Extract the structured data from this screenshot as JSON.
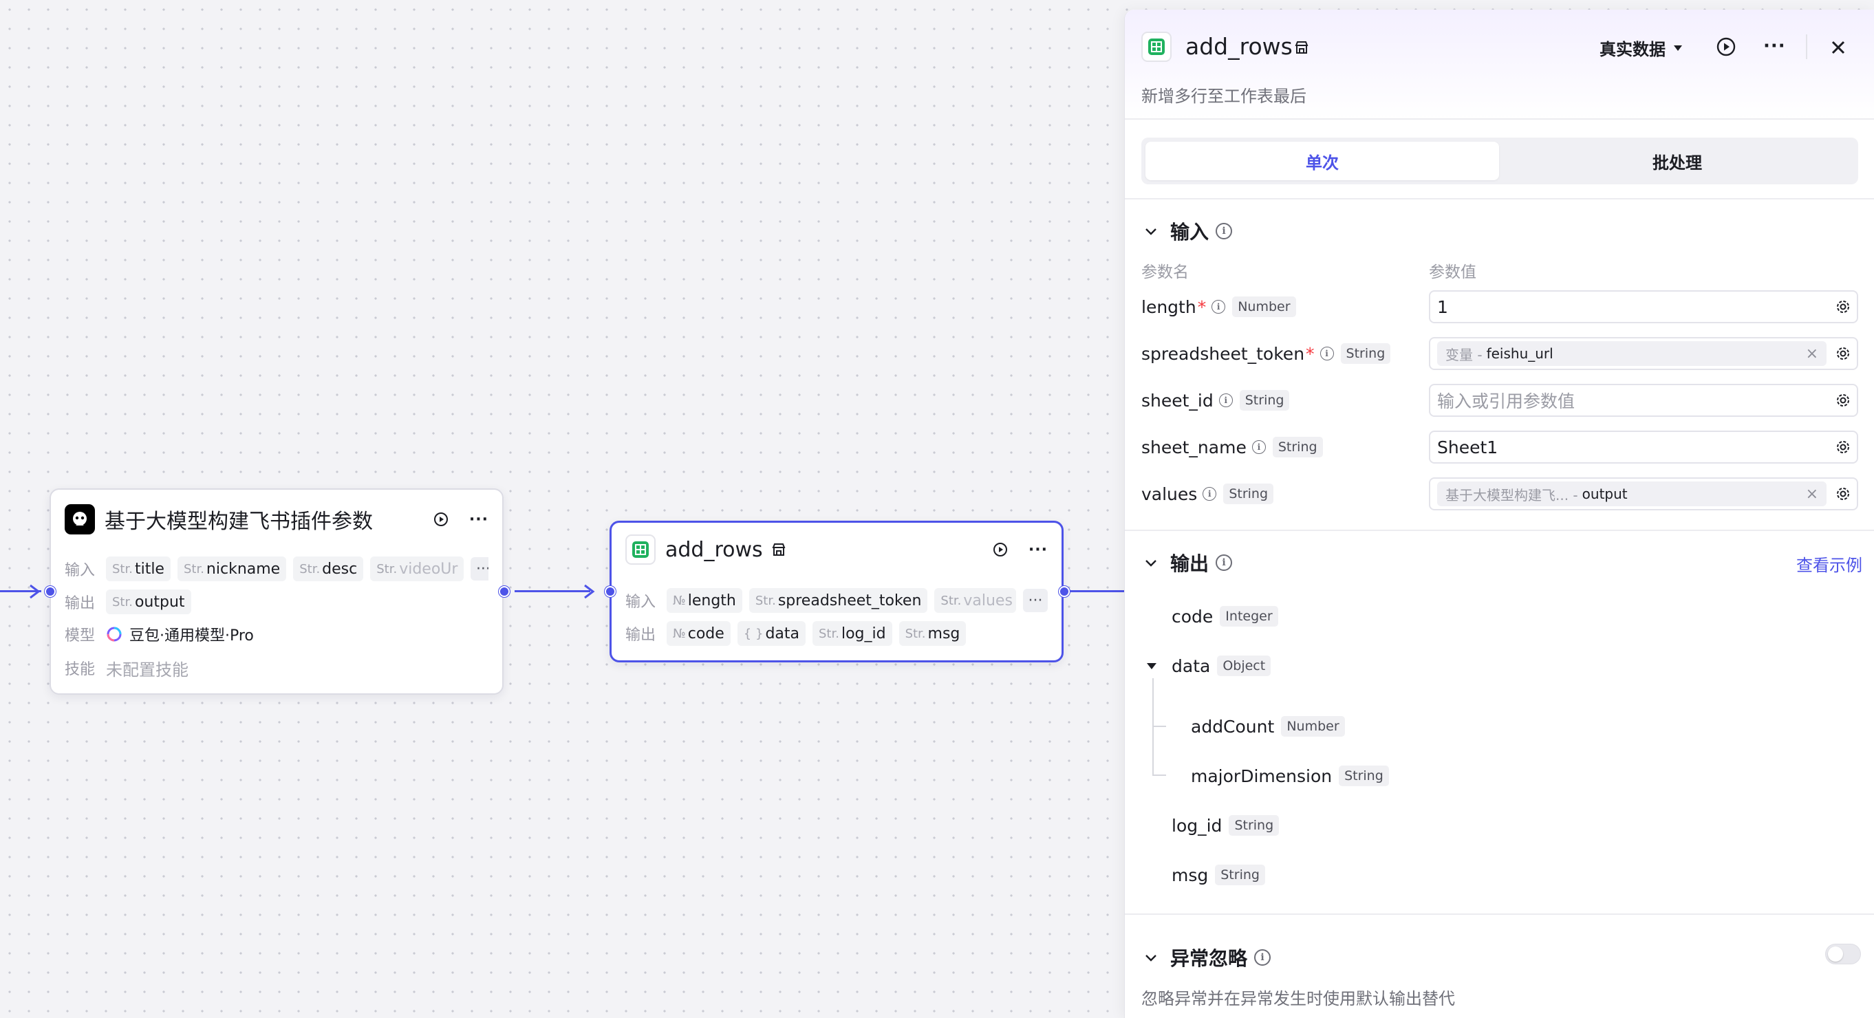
{
  "canvas": {
    "llm_node": {
      "title": "基于大模型构建飞书插件参数",
      "input_label": "输入",
      "output_label": "输出",
      "model_label": "模型",
      "skill_label": "技能",
      "inputs": [
        {
          "type": "Str.",
          "name": "title"
        },
        {
          "type": "Str.",
          "name": "nickname"
        },
        {
          "type": "Str.",
          "name": "desc"
        },
        {
          "type": "Str.",
          "name": "videoUr"
        }
      ],
      "outputs": [
        {
          "type": "Str.",
          "name": "output"
        }
      ],
      "model": "豆包·通用模型·Pro",
      "skill": "未配置技能",
      "more": "···"
    },
    "plugin_node": {
      "title": "add_rows",
      "input_label": "输入",
      "output_label": "输出",
      "inputs": [
        {
          "type": "№",
          "name": "length"
        },
        {
          "type": "Str.",
          "name": "spreadsheet_token"
        },
        {
          "type": "Str.",
          "name": "values"
        }
      ],
      "outputs": [
        {
          "type": "№",
          "name": "code"
        },
        {
          "type": "{ }",
          "name": "data"
        },
        {
          "type": "Str.",
          "name": "log_id"
        },
        {
          "type": "Str.",
          "name": "msg"
        }
      ],
      "more": "···"
    }
  },
  "panel": {
    "title": "add_rows",
    "description": "新增多行至工作表最后",
    "data_mode": "真实数据",
    "tabs": [
      {
        "label": "单次",
        "active": true
      },
      {
        "label": "批处理",
        "active": false
      }
    ],
    "input_section": {
      "title": "输入",
      "col_name": "参数名",
      "col_value": "参数值",
      "params": [
        {
          "name": "length",
          "required": true,
          "type": "Number",
          "value": "1",
          "kind": "text"
        },
        {
          "name": "spreadsheet_token",
          "required": true,
          "type": "String",
          "ref_source": "变量 -",
          "ref_var": "feishu_url",
          "kind": "ref"
        },
        {
          "name": "sheet_id",
          "required": false,
          "type": "String",
          "placeholder": "输入或引用参数值",
          "kind": "placeholder"
        },
        {
          "name": "sheet_name",
          "required": false,
          "type": "String",
          "value": "Sheet1",
          "kind": "text"
        },
        {
          "name": "values",
          "required": false,
          "type": "String",
          "ref_source": "基于大模型构建飞... -",
          "ref_var": "output",
          "kind": "ref"
        }
      ]
    },
    "output_section": {
      "title": "输出",
      "example_link": "查看示例",
      "fields": [
        {
          "name": "code",
          "type": "Integer"
        },
        {
          "name": "data",
          "type": "Object"
        },
        {
          "name": "addCount",
          "type": "Number"
        },
        {
          "name": "majorDimension",
          "type": "String"
        },
        {
          "name": "log_id",
          "type": "String"
        },
        {
          "name": "msg",
          "type": "String"
        }
      ]
    },
    "error_section": {
      "title": "异常忽略",
      "description": "忽略异常并在异常发生时使用默认输出替代",
      "enabled": false
    }
  },
  "colors": {
    "accent": "#4d53e8",
    "sheets_green": "#1fb15e",
    "required": "#f5393e"
  },
  "icons": [
    "play-icon",
    "more-icon",
    "close-icon",
    "chevron-down-icon",
    "info-icon",
    "gear-icon",
    "store-icon",
    "sheets-icon",
    "llm-icon",
    "doubao-icon"
  ]
}
